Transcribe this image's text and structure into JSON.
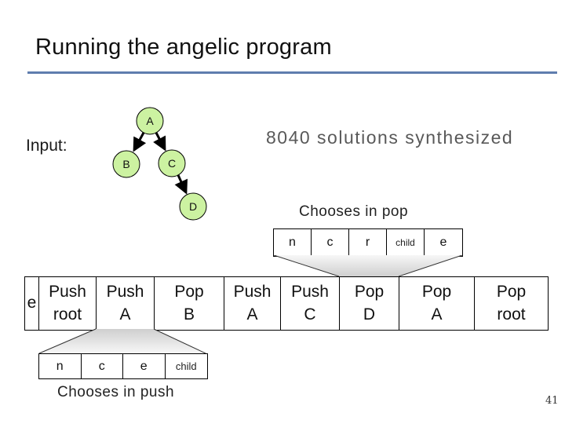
{
  "slide": {
    "title": "Running the angelic program",
    "page_number": "41",
    "accent_line_color": "#5f7dae",
    "background_color": "#ffffff"
  },
  "input_section": {
    "label": "Input:"
  },
  "tree": {
    "node_fill_color": "#ccf2a1",
    "node_border_color": "#000000",
    "nodes": [
      {
        "id": "A",
        "label": "A"
      },
      {
        "id": "B",
        "label": "B"
      },
      {
        "id": "C",
        "label": "C"
      },
      {
        "id": "D",
        "label": "D"
      }
    ],
    "edges": [
      {
        "from": "A",
        "to": "B"
      },
      {
        "from": "A",
        "to": "C"
      },
      {
        "from": "C",
        "to": "D"
      }
    ]
  },
  "annotations": {
    "solutions_text": "8040 solutions synthesized",
    "solutions_color": "#595959",
    "chooses_in_pop": "Chooses in pop",
    "chooses_in_push": "Chooses in push"
  },
  "pop_table": {
    "cells": [
      "n",
      "c",
      "r",
      "child",
      "e"
    ]
  },
  "push_table": {
    "cells": [
      "n",
      "c",
      "e",
      "child"
    ]
  },
  "operations": {
    "cells": [
      {
        "line1": "e",
        "line2": ""
      },
      {
        "line1": "Push",
        "line2": "root"
      },
      {
        "line1": "Push",
        "line2": "A"
      },
      {
        "line1": "Pop",
        "line2": "B"
      },
      {
        "line1": "Push",
        "line2": "A"
      },
      {
        "line1": "Push",
        "line2": "C"
      },
      {
        "line1": "Pop",
        "line2": "D"
      },
      {
        "line1": "Pop",
        "line2": "A"
      },
      {
        "line1": "Pop",
        "line2": "root"
      }
    ]
  },
  "funnel_color_dark": "#cfcfcf",
  "funnel_color_light": "#f7f7f7"
}
